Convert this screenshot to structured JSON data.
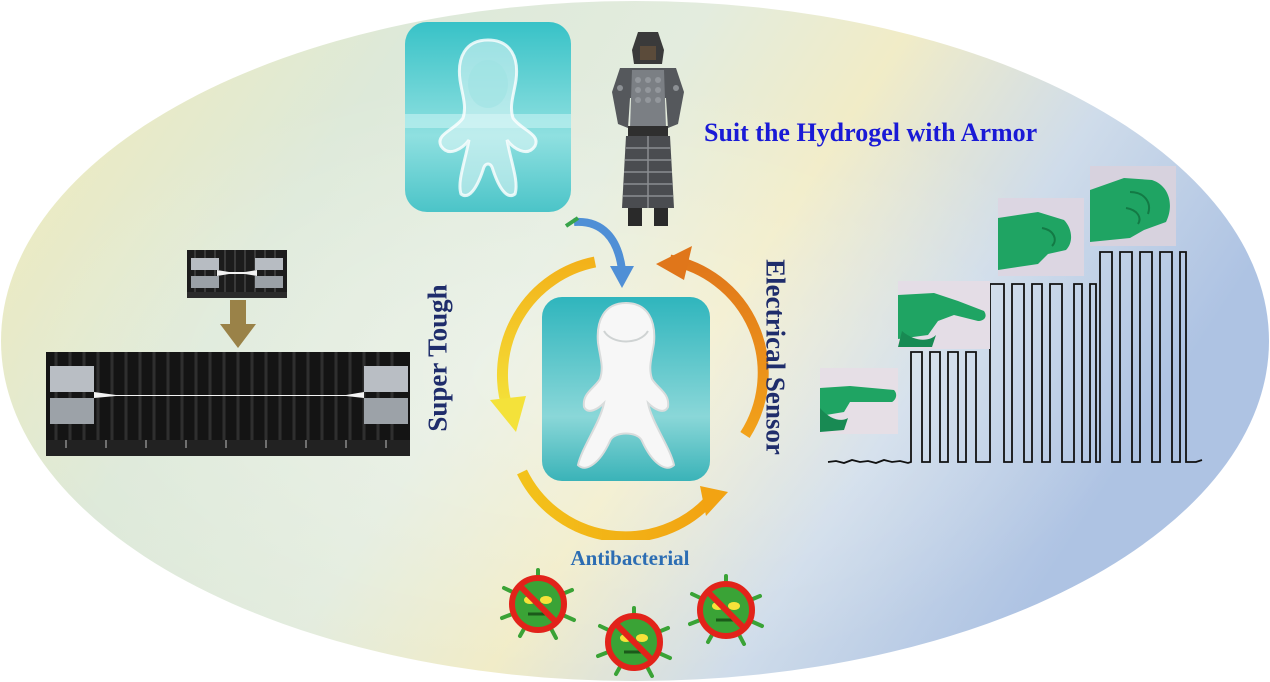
{
  "title": "Suit the Hydrogel with Armor",
  "labels": {
    "super_tough": "Super Tough",
    "electrical_sensor": "Electrical Sensor",
    "antibacterial": "Antibacterial"
  },
  "colors": {
    "title": "#1a1ad6",
    "side_labels": "#1f2d6b",
    "antibacterial": "#2c6db3",
    "cycle_arrow": "#f3b21a",
    "glove": "#1fa463",
    "virus": "#3aa336",
    "prohibition": "#e2231a"
  },
  "icons": [
    "transparent-hydrogel-figure",
    "armored-knight-icon",
    "white-armored-hydrogel-figure",
    "tensile-tester-photo",
    "glove-gesture-photo",
    "virus-prohibited-icon"
  ],
  "sensor_levels": [
    "finger-straight",
    "finger-bent-slightly",
    "finger-bent-half",
    "fist"
  ]
}
